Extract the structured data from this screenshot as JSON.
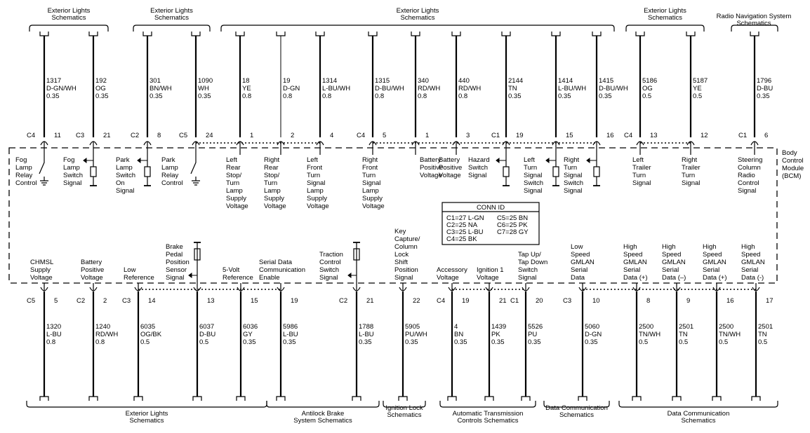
{
  "top_headers": [
    [
      "Exterior Lights",
      "Schematics"
    ],
    [
      "Exterior Lights",
      "Schematics"
    ],
    [
      "Exterior Lights",
      "Schematics"
    ],
    [
      "Exterior Lights",
      "Schematics"
    ],
    [
      "Radio Navigation System",
      "Schematics"
    ]
  ],
  "bottom_headers": [
    [
      "Exterior Lights",
      "Schematics"
    ],
    [
      "Antilock Brake",
      "System Schematics"
    ],
    [
      "Ignition Lock",
      "Schematics"
    ],
    [
      "Automatic Transmission",
      "Controls Schematics"
    ],
    [
      "Data Communication",
      "Schematics"
    ],
    [
      "Data Communication",
      "Schematics"
    ]
  ],
  "module": [
    "Body",
    "Control",
    "Module",
    "(BCM)"
  ],
  "conn_id": {
    "title": "CONN ID",
    "col1": [
      "C1=27 L-GN",
      "C2=25 NA",
      "C3=25 L-BU",
      "C4=25 BK"
    ],
    "col2": [
      "C5=25 BN",
      "C6=25 PK",
      "C7=28 GY"
    ]
  },
  "top_wires": [
    {
      "circuit": "1317",
      "color": "D-GN/WH",
      "size": "0.35",
      "conn": "C4",
      "pin": "11",
      "label": [
        "Fog",
        "Lamp",
        "Relay",
        "Control"
      ]
    },
    {
      "circuit": "192",
      "color": "OG",
      "size": "0.35",
      "conn": "C3",
      "pin": "21",
      "label": [
        "Fog",
        "Lamp",
        "Switch",
        "Signal"
      ]
    },
    {
      "circuit": "301",
      "color": "BN/WH",
      "size": "0.35",
      "conn": "C2",
      "pin": "8",
      "label": [
        "Park",
        "Lamp",
        "Switch",
        "On",
        "Signal"
      ]
    },
    {
      "circuit": "1090",
      "color": "WH",
      "size": "0.35",
      "conn": "C5",
      "pin": "24",
      "label": [
        "Park",
        "Lamp",
        "Relay",
        "Control"
      ]
    },
    {
      "circuit": "18",
      "color": "YE",
      "size": "0.8",
      "conn": "",
      "pin": "1",
      "label": [
        "Left",
        "Rear",
        "Stop/",
        "Turn",
        "Lamp",
        "Supply",
        "Voltage"
      ]
    },
    {
      "circuit": "19",
      "color": "D-GN",
      "size": "0.8",
      "conn": "",
      "pin": "2",
      "label": [
        "Right",
        "Rear",
        "Stop/",
        "Turn",
        "Lamp",
        "Supply",
        "Voltage"
      ]
    },
    {
      "circuit": "1314",
      "color": "L-BU/WH",
      "size": "0.8",
      "conn": "",
      "pin": "4",
      "label": [
        "Left",
        "Front",
        "Turn",
        "Signal",
        "Lamp",
        "Supply",
        "Voltage"
      ]
    },
    {
      "circuit": "1315",
      "color": "D-BU/WH",
      "size": "0.8",
      "conn": "C4",
      "pin": "5",
      "label": [
        "Right",
        "Front",
        "Turn",
        "Signal",
        "Lamp",
        "Supply",
        "Voltage"
      ]
    },
    {
      "circuit": "340",
      "color": "RD/WH",
      "size": "0.8",
      "conn": "",
      "pin": "1",
      "label": [
        "Battery",
        "Positive",
        "Voltage"
      ]
    },
    {
      "circuit": "440",
      "color": "RD/WH",
      "size": "0.8",
      "conn": "",
      "pin": "3",
      "label": [
        "Battery",
        "Positive",
        "Voltage"
      ]
    },
    {
      "circuit": "2144",
      "color": "TN",
      "size": "0.35",
      "conn": "C1",
      "pin": "19",
      "label": [
        "Hazard",
        "Switch",
        "Signal"
      ]
    },
    {
      "circuit": "1414",
      "color": "L-BU/WH",
      "size": "0.35",
      "conn": "",
      "pin": "15",
      "label": [
        "Left",
        "Turn",
        "Signal",
        "Switch",
        "Signal"
      ]
    },
    {
      "circuit": "1415",
      "color": "D-BU/WH",
      "size": "0.35",
      "conn": "",
      "pin": "16",
      "label": [
        "Right",
        "Turn",
        "Signal",
        "Switch",
        "Signal"
      ]
    },
    {
      "circuit": "5186",
      "color": "OG",
      "size": "0.5",
      "conn": "C4",
      "pin": "13",
      "label": [
        "Left",
        "Trailer",
        "Turn",
        "Signal"
      ]
    },
    {
      "circuit": "5187",
      "color": "YE",
      "size": "0.5",
      "conn": "",
      "pin": "12",
      "label": [
        "Right",
        "Trailer",
        "Turn",
        "Signal"
      ]
    },
    {
      "circuit": "1796",
      "color": "D-BU",
      "size": "0.35",
      "conn": "C1",
      "pin": "6",
      "label": [
        "Steering",
        "Column",
        "Radio",
        "Control",
        "Signal"
      ]
    }
  ],
  "bottom_wires": [
    {
      "circuit": "1320",
      "color": "L-BU",
      "size": "0.8",
      "conn": "C5",
      "pin": "5",
      "label": [
        "CHMSL",
        "Supply",
        "Voltage"
      ]
    },
    {
      "circuit": "1240",
      "color": "RD/WH",
      "size": "0.8",
      "conn": "C2",
      "pin": "2",
      "label": [
        "Battery",
        "Positive",
        "Voltage"
      ]
    },
    {
      "circuit": "6035",
      "color": "OG/BK",
      "size": "0.5",
      "conn": "C3",
      "pin": "14",
      "label": [
        "Low",
        "Reference"
      ]
    },
    {
      "circuit": "6037",
      "color": "D-BU",
      "size": "0.5",
      "conn": "",
      "pin": "13",
      "label": [
        "Brake",
        "Pedal",
        "Position",
        "Sensor",
        "Signal"
      ]
    },
    {
      "circuit": "6036",
      "color": "GY",
      "size": "0.35",
      "conn": "",
      "pin": "15",
      "label": [
        "5-Volt",
        "Reference"
      ]
    },
    {
      "circuit": "5986",
      "color": "L-BU",
      "size": "0.35",
      "conn": "",
      "pin": "19",
      "label": [
        "Serial Data",
        "Communication",
        "Enable"
      ]
    },
    {
      "circuit": "1788",
      "color": "L-BU",
      "size": "0.35",
      "conn": "C2",
      "pin": "21",
      "label": [
        "Traction",
        "Control",
        "Switch",
        "Signal"
      ]
    },
    {
      "circuit": "5905",
      "color": "PU/WH",
      "size": "0.35",
      "conn": "",
      "pin": "22",
      "label": [
        "Key",
        "Capture/",
        "Column",
        "Lock",
        "Shift",
        "Position",
        "Signal"
      ]
    },
    {
      "circuit": "4",
      "color": "BN",
      "size": "0.35",
      "conn": "C4",
      "pin": "19",
      "label": [
        "Accessory",
        "Voltage"
      ]
    },
    {
      "circuit": "1439",
      "color": "PK",
      "size": "0.35",
      "conn": "",
      "pin": "21",
      "label": [
        "Ignition 1",
        "Voltage"
      ]
    },
    {
      "circuit": "5526",
      "color": "PU",
      "size": "0.35",
      "conn": "C1",
      "pin": "20",
      "label": [
        "Tap Up/",
        "Tap Down",
        "Switch",
        "Signal"
      ]
    },
    {
      "circuit": "5060",
      "color": "D-GN",
      "size": "0.35",
      "conn": "C3",
      "pin": "10",
      "label": [
        "Low",
        "Speed",
        "GMLAN",
        "Serial",
        "Data"
      ]
    },
    {
      "circuit": "2500",
      "color": "TN/WH",
      "size": "0.5",
      "conn": "",
      "pin": "8",
      "label": [
        "High",
        "Speed",
        "GMLAN",
        "Serial",
        "Data (+)"
      ]
    },
    {
      "circuit": "2501",
      "color": "TN",
      "size": "0.5",
      "conn": "",
      "pin": "9",
      "label": [
        "High",
        "Speed",
        "GMLAN",
        "Serial",
        "Data (–)"
      ]
    },
    {
      "circuit": "2500",
      "color": "TN/WH",
      "size": "0.5",
      "conn": "",
      "pin": "16",
      "label": [
        "High",
        "Speed",
        "GMLAN",
        "Serial",
        "Data (+)"
      ]
    },
    {
      "circuit": "2501",
      "color": "TN",
      "size": "0.5",
      "conn": "",
      "pin": "17",
      "label": [
        "High",
        "Speed",
        "GMLAN",
        "Serial",
        "Data (-)"
      ]
    }
  ]
}
